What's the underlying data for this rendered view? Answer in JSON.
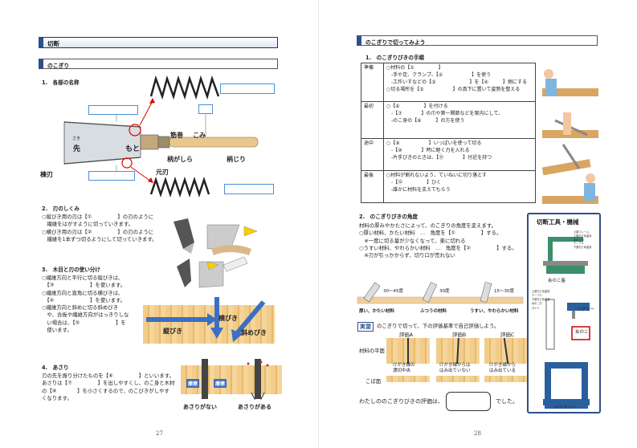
{
  "left": {
    "section_title": "切断",
    "subsection": "のこぎり",
    "h1": "1.　各部の名称",
    "saw_labels": {
      "saki_ruby": "さき",
      "saki": "先",
      "moto": "もと",
      "sujimaki": "筋巻",
      "komi": "こみ",
      "eagashira": "柄がしら",
      "ejiri": "柄じり",
      "munaba": "棟刃",
      "motoba": "元刃"
    },
    "h2": "2.　刃のしくみ",
    "teeth_lines": [
      "○縦びき用の刃は【①　　　　　】の刃のように",
      "　繊維をはがすように切っていきます。",
      "○横びき用の刃は【②　　　　　】の刃のように",
      "　繊維を1本ずつ切るようにして切っていきます。"
    ],
    "h3": "3.　木目と刃の使い分け",
    "grain_lines": [
      "○繊維方向と平行に切る縦びきは、",
      "　【③　　　　　　　】を使います。",
      "○繊維方向と直角に切る横びきは、",
      "　【④　　　　　　　】を使います。",
      "○繊維方向と斜めに切る斜めびき",
      "　や、合板や繊維方向がはっきりしな",
      "　い場合は、【⑤　　　　　　　】を",
      "　使います。"
    ],
    "grain_labels": {
      "tatebiki": "縦びき",
      "yokobiki": "横びき",
      "nanamebiki": "斜めびき"
    },
    "h4": "4.　あさり",
    "asari_lines": [
      "刃の先を振り分けたものを【⑥　　　　　】といいます。",
      "あさりは【⑦　　　　　】を出しやすくし、のこ身と木材",
      "の【⑧　　　　】を小さくするので、のこびきがしやす",
      "くなります。"
    ],
    "asari_labels": {
      "masatsu1": "摩擦",
      "masatsu2": "摩擦",
      "asari_nashi": "あさりがない",
      "asari_ari": "あさりがある"
    },
    "page_number": "27"
  },
  "right": {
    "section_title": "のこぎりで切ってみよう",
    "h1": "1.　のこぎりびきの手順",
    "steps": [
      {
        "label": "準備",
        "lines": [
          "○材料の【①　　　　　】",
          "　-手や足、クランプ、【②　　　　　　】を使う",
          "　-工作いすなどの【③　　　　　　　】を【④　　　】側にする",
          "○切る場所を【⑤　　　　　　】の真下に置いて姿勢を整える"
        ]
      },
      {
        "label": "最初",
        "lines": [
          "○【⑥　　　　　】を付ける",
          "　-【⑦　　　　】の爪や第一関節などを案内にして、",
          "　-のこ身の【⑧　　　】の方を使う"
        ]
      },
      {
        "label": "途中",
        "lines": [
          "○【⑨　　　　　　】いっぱいを使って切る",
          "　-【⑩　　　　】時に軽く力を入れる",
          "　-片手びきのときは、【⑪　　　　】付近を持つ"
        ]
      },
      {
        "label": "最後",
        "lines": [
          "○材料が割れないよう、ていねいに切り落とす",
          "　-【⑫　　　　　】ひく",
          "　-誰かに材料を支えてもらう"
        ]
      }
    ],
    "h2": "2.　のこぎりびきの角度",
    "angle_lines": [
      "材料の厚みやかたさによって、のこぎりの角度を変えます。",
      "○厚い材料、かたい材料　…　角度を【①　　　　　】する。",
      "　※一度に切る量が少なくなって、楽に切れる",
      "○うすい材料、やわらかい材料　…　角度を【②　　　　　】する。",
      "　※刃が引っかからず、切り口が荒れない"
    ],
    "angle_labels": [
      "30～45度",
      "30度",
      "15～30度"
    ],
    "angle_captions": [
      "厚い、かたい材料",
      "ふつうの材料",
      "うすい、やわらかい材料"
    ],
    "jissen": {
      "badge": "実習",
      "text": "のこぎりで切って、下の評価基準で自己評価しよう。",
      "ratings": [
        "評価A",
        "評価B",
        "評価C"
      ],
      "row_label1": "材料の平面",
      "row_label2": "こば面",
      "criteria": [
        [
          "けがき線の",
          "濃切中央"
        ],
        [
          "けがき線からは",
          "はみ出ていない"
        ],
        [
          "けがき線から",
          "はみ出ている"
        ]
      ]
    },
    "result_text_before": "わたしののこぎりびきの評価は、",
    "result_text_after": "でした。",
    "tools_panel": {
      "title": "切断工具・機械",
      "items": [
        "糸のこ盤",
        "ジグソー",
        "糸のこ",
        "バンドソー"
      ],
      "small_labels": [
        "上部フレーム",
        "上部刃どめ金具",
        "糸のこ刃",
        "テーブル",
        "下部刃どめ金具",
        "上部刃どめ金具",
        "テーブル",
        "下部刃どめ金具",
        "糸のこ刃",
        "ガイド"
      ]
    },
    "page_number": "28"
  }
}
